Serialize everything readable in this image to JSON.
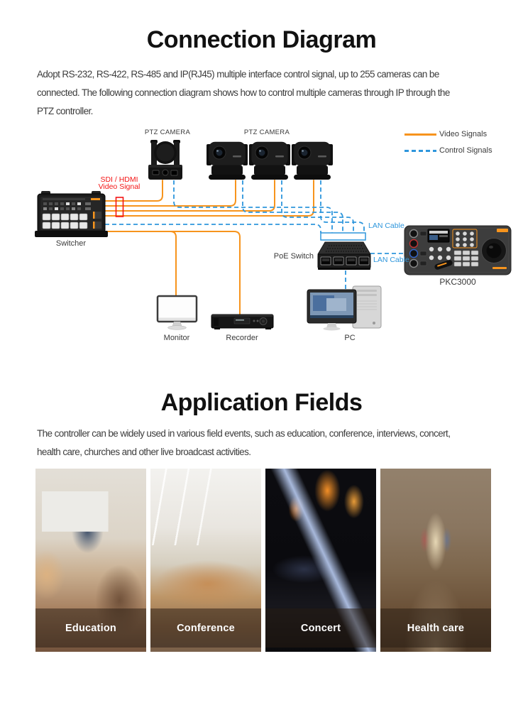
{
  "connection": {
    "title": "Connection Diagram",
    "description_lines": [
      "Adopt RS-232, RS-422, RS-485 and IP(RJ45) multiple interface control signal, up to 255 cameras can be",
      "connected. The following connection diagram shows how to control multiple cameras through IP through the",
      "PTZ controller."
    ],
    "legend": {
      "video": "Video Signals",
      "control": "Control Signals"
    },
    "labels": {
      "ptz_camera_left": "PTZ CAMERA",
      "ptz_camera_right": "PTZ CAMERA",
      "sdi_hdmi": "SDI / HDMI",
      "video_signal": "Video Signal",
      "switcher": "Switcher",
      "poe_switch": "PoE Switch",
      "lan_cable_top": "LAN Cable",
      "lan_cable_right": "LAN Cable",
      "controller": "PKC3000",
      "monitor": "Monitor",
      "recorder": "Recorder",
      "pc": "PC"
    }
  },
  "application": {
    "title": "Application Fields",
    "description_lines": [
      "The controller can be widely used in various field events, such as education, conference, interviews, concert,",
      "health care, churches and other live broadcast activities."
    ],
    "fields": [
      {
        "label": "Education"
      },
      {
        "label": "Conference"
      },
      {
        "label": "Concert"
      },
      {
        "label": "Health care"
      }
    ]
  },
  "colors": {
    "video_signal": "#f7941d",
    "control_signal": "#2e96dc",
    "sdi_highlight": "#f41414"
  }
}
